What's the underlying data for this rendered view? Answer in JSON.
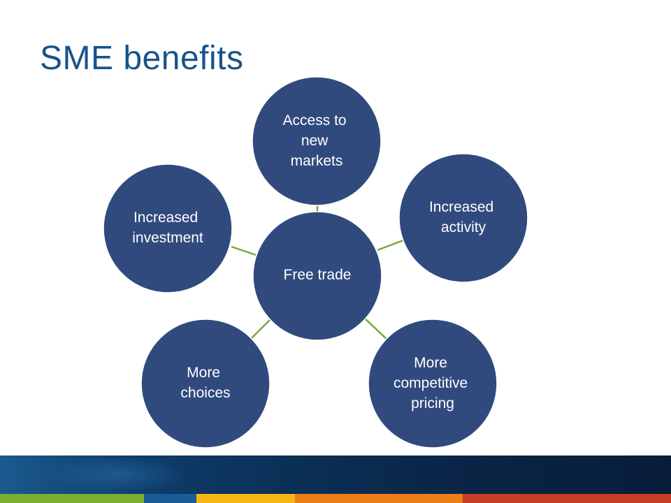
{
  "slide": {
    "title": "SME benefits"
  },
  "diagram": {
    "center": {
      "lines": [
        "Free trade"
      ]
    },
    "satellites": [
      {
        "id": "access-to-new-markets",
        "lines": [
          "Access to",
          "new",
          "markets"
        ]
      },
      {
        "id": "increased-activity",
        "lines": [
          "Increased",
          "activity"
        ]
      },
      {
        "id": "more-competitive-pricing",
        "lines": [
          "More",
          "competitive",
          "pricing"
        ]
      },
      {
        "id": "more-choices",
        "lines": [
          "More",
          "choices"
        ]
      },
      {
        "id": "increased-investment",
        "lines": [
          "Increased",
          "investment"
        ]
      }
    ]
  },
  "colors": {
    "title": "#17538a",
    "node_fill": "#314a7e",
    "connector": "#7ba53a",
    "footer_band": "#0b2f55",
    "stripes": [
      "#7cae2f",
      "#1a5c97",
      "#f7b614",
      "#ec8017",
      "#c63c25"
    ]
  }
}
